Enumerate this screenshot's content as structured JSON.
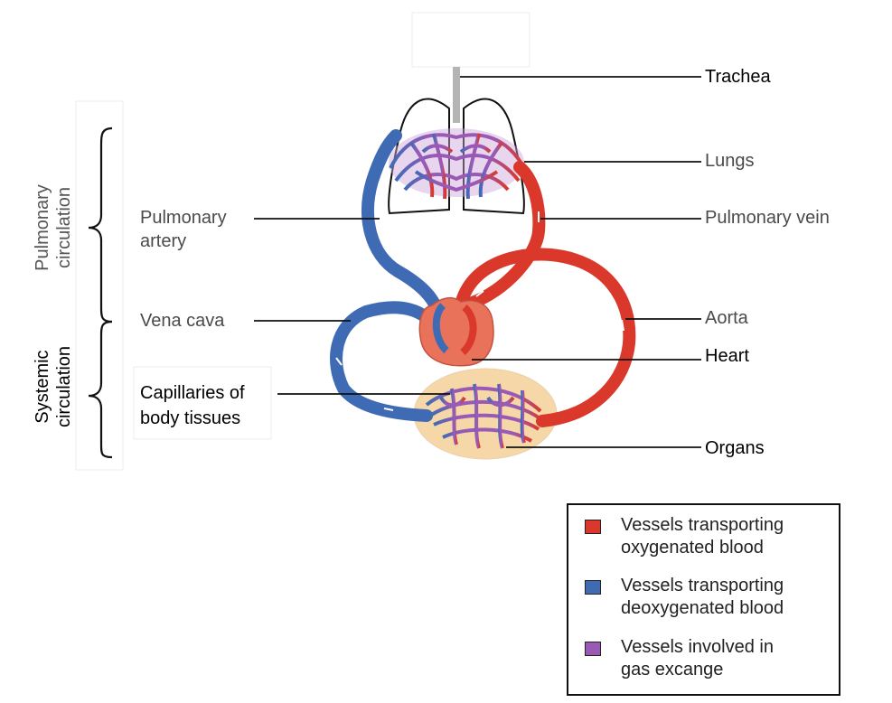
{
  "labels": {
    "trachea": "Trachea",
    "lungs": "Lungs",
    "pulmonary_vein": "Pulmonary vein",
    "aorta": "Aorta",
    "heart": "Heart",
    "organs": "Organs",
    "pulmonary_artery_line1": "Pulmonary",
    "pulmonary_artery_line2": "artery",
    "vena_cava": "Vena cava",
    "capillaries_line1": "Capillaries of",
    "capillaries_line2": "body tissues"
  },
  "sections": {
    "pulmonary_line1": "Pulmonary",
    "pulmonary_line2": "circulation",
    "systemic_line1": "Systemic",
    "systemic_line2": "circulation"
  },
  "legend": {
    "items": [
      {
        "line1": "Vessels transporting",
        "line2": "oxygenated blood",
        "color": "#d9382b"
      },
      {
        "line1": "Vessels transporting",
        "line2": "deoxygenated blood",
        "color": "#3f6bb5"
      },
      {
        "line1": "Vessels involved in",
        "line2": "gas excange",
        "color": "#9b59b6"
      }
    ]
  },
  "colors": {
    "oxygenated": "#d9382b",
    "deoxygenated": "#3f6bb5",
    "gas_exchange": "#9b59b6",
    "organ_fill": "#f6d7a7",
    "heart": "#e8735a"
  }
}
